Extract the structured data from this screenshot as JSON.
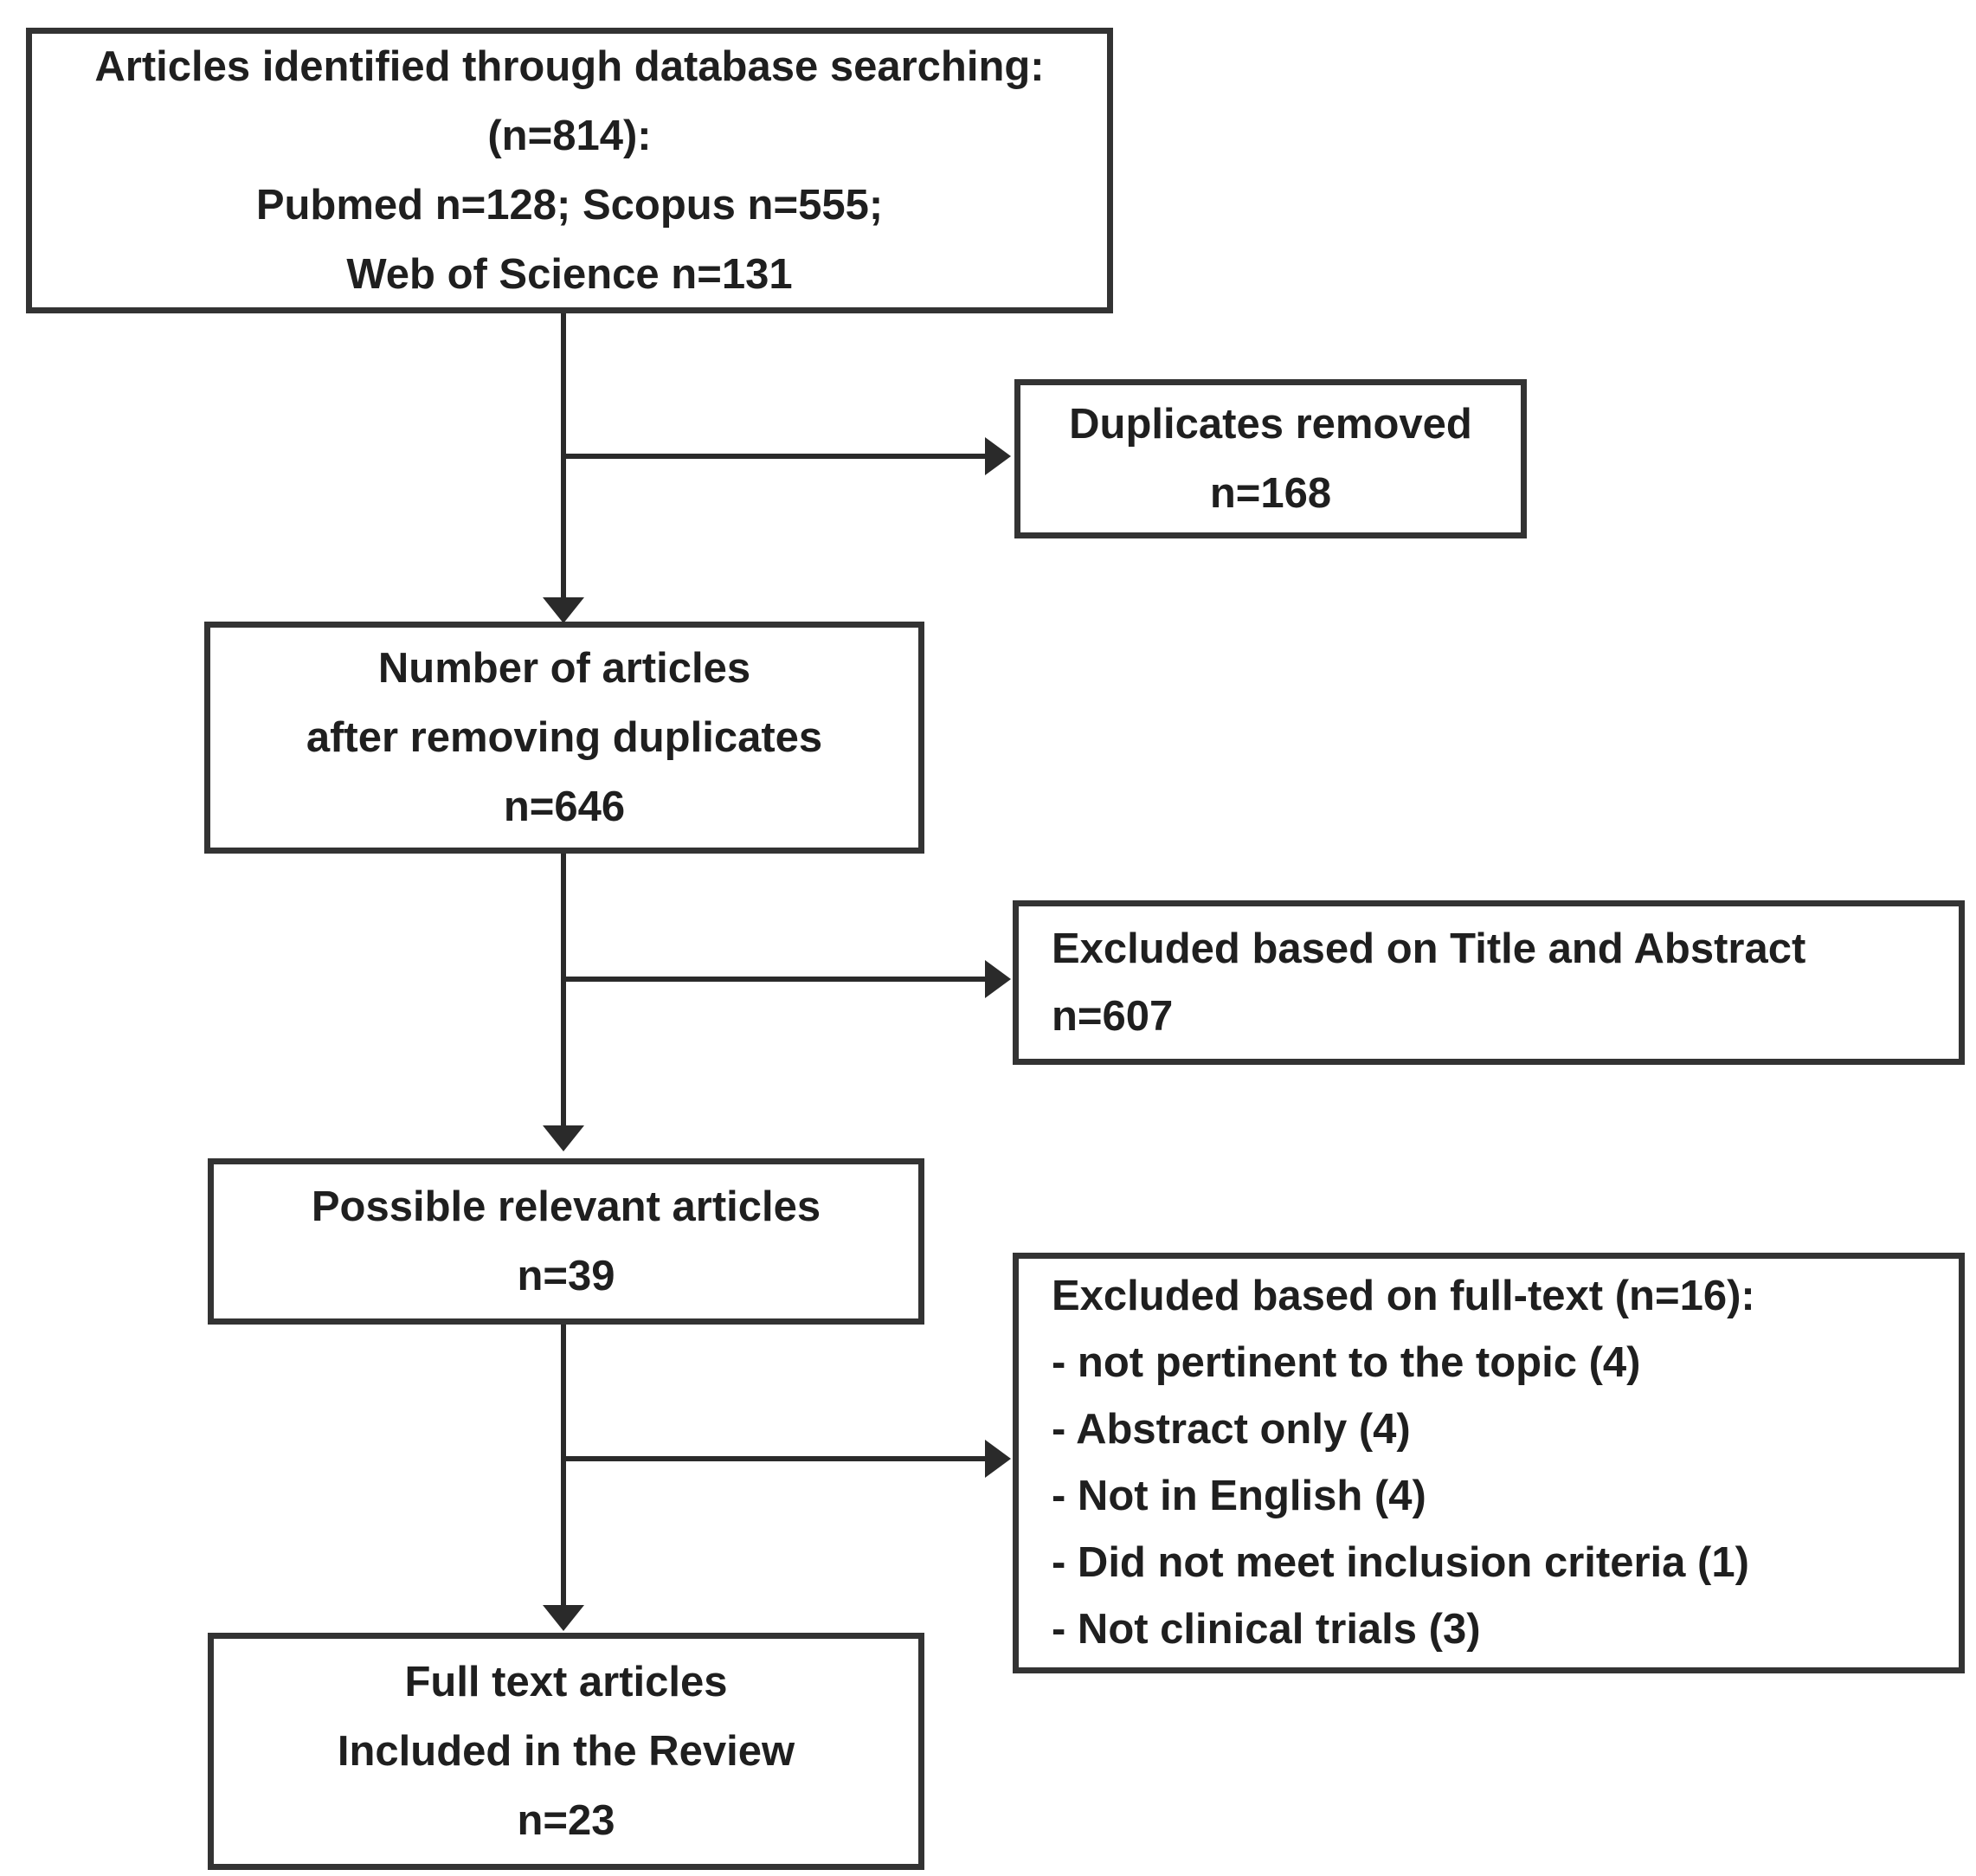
{
  "colors": {
    "background": "#ffffff",
    "box_border": "#333333",
    "text": "#1f1f1f",
    "connector": "#2a2a2a"
  },
  "boxes": {
    "identified": {
      "lines": [
        "Articles identified through database searching:",
        "(n=814):",
        "Pubmed n=128; Scopus n=555;",
        "Web of Science n=131"
      ]
    },
    "duplicates_removed": {
      "lines": [
        "Duplicates removed",
        "n=168"
      ]
    },
    "after_duplicates": {
      "lines": [
        "Number of articles",
        "after removing duplicates",
        "n=646"
      ]
    },
    "excluded_title_abstract": {
      "lines": [
        "Excluded based on Title and Abstract",
        "n=607"
      ]
    },
    "possible_relevant": {
      "lines": [
        "Possible relevant articles",
        "n=39"
      ]
    },
    "excluded_full_text": {
      "lines": [
        "Excluded based on full-text (n=16):",
        "- not pertinent to the topic (4)",
        "- Abstract only (4)",
        "- Not in English (4)",
        "- Did not meet inclusion criteria (1)",
        "- Not clinical trials (3)"
      ]
    },
    "included_review": {
      "lines": [
        "Full text articles",
        "Included in the Review",
        "n=23"
      ]
    }
  }
}
